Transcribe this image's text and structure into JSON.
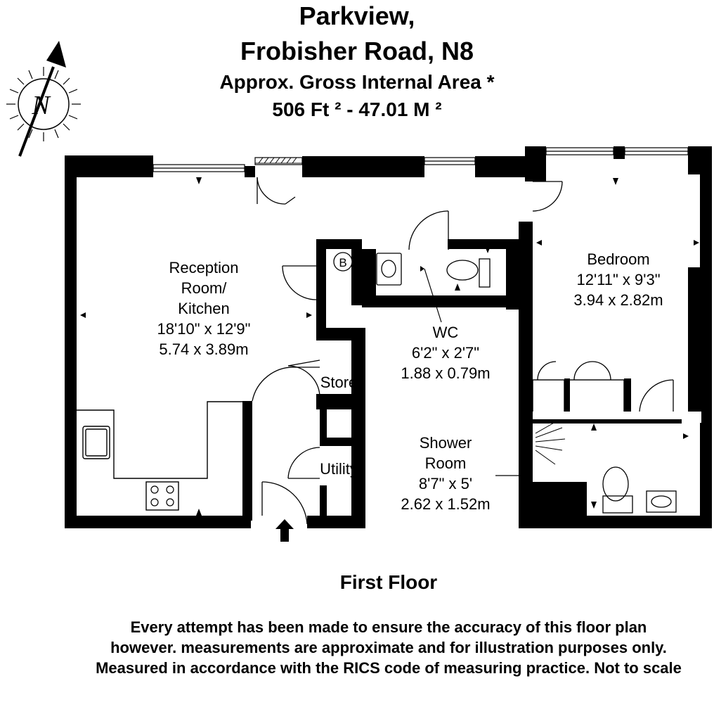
{
  "header": {
    "line1": "Parkview,",
    "line2": "Frobisher Road, N8",
    "line3": "Approx. Gross Internal Area *",
    "line4": "506 Ft ² - 47.01 M ²"
  },
  "compass": {
    "label": "N",
    "icon": "north-arrow-icon"
  },
  "rooms": {
    "reception": {
      "line1": "Reception",
      "line2": "Room/",
      "line3": "Kitchen",
      "imperial": "18'10\" x 12'9\"",
      "metric": "5.74 x 3.89m"
    },
    "bedroom": {
      "name": "Bedroom",
      "imperial": "12'11\" x 9'3\"",
      "metric": "3.94 x 2.82m"
    },
    "wc": {
      "name": "WC",
      "imperial": "6'2\" x 2'7\"",
      "metric": "1.88 x 0.79m"
    },
    "shower": {
      "line1": "Shower",
      "line2": "Room",
      "imperial": "8'7\" x 5'",
      "metric": "2.62 x 1.52m"
    },
    "store": {
      "name": "Store"
    },
    "utility": {
      "name": "Utility"
    },
    "boiler": {
      "label": "B"
    }
  },
  "floor": {
    "name": "First Floor"
  },
  "disclaimer": {
    "line1": "Every attempt has been made to ensure the accuracy of this floor plan",
    "line2": "however. measurements are approximate and for illustration purposes only.",
    "line3": "Measured in accordance with the RICS code of measuring practice. Not to scale"
  },
  "colors": {
    "wall": "#000000",
    "background": "#ffffff"
  }
}
